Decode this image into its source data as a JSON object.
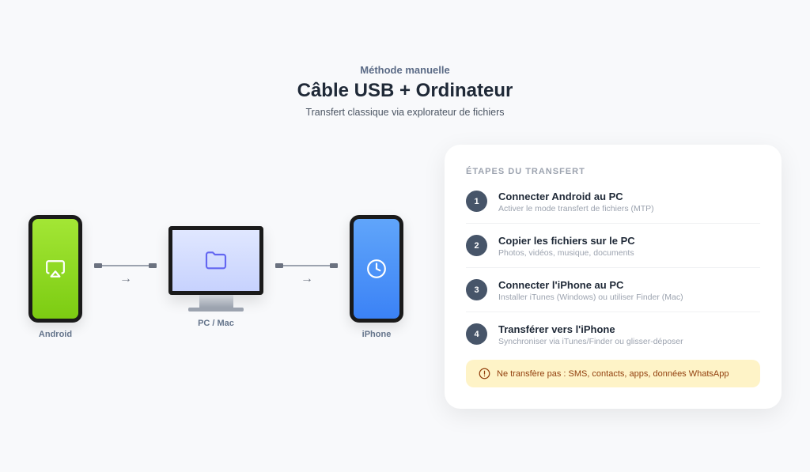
{
  "header": {
    "eyebrow": "Méthode manuelle",
    "title": "Câble USB + Ordinateur",
    "subtitle": "Transfert classique via explorateur de fichiers"
  },
  "diagram": {
    "android_label": "Android",
    "pc_label": "PC / Mac",
    "iphone_label": "iPhone"
  },
  "steps_card": {
    "title": "ÉTAPES DU TRANSFERT",
    "steps": [
      {
        "num": "1",
        "title": "Connecter Android au PC",
        "subtitle": "Activer le mode transfert de fichiers (MTP)"
      },
      {
        "num": "2",
        "title": "Copier les fichiers sur le PC",
        "subtitle": "Photos, vidéos, musique, documents"
      },
      {
        "num": "3",
        "title": "Connecter l'iPhone au PC",
        "subtitle": "Installer iTunes (Windows) ou utiliser Finder (Mac)"
      },
      {
        "num": "4",
        "title": "Transférer vers l'iPhone",
        "subtitle": "Synchroniser via iTunes/Finder ou glisser-déposer"
      }
    ],
    "warning": "Ne transfère pas : SMS, contacts, apps, données WhatsApp"
  },
  "colors": {
    "android": "#84cc16",
    "iphone": "#3b82f6",
    "warning_bg": "#fef3c7",
    "warning_text": "#92400e"
  }
}
